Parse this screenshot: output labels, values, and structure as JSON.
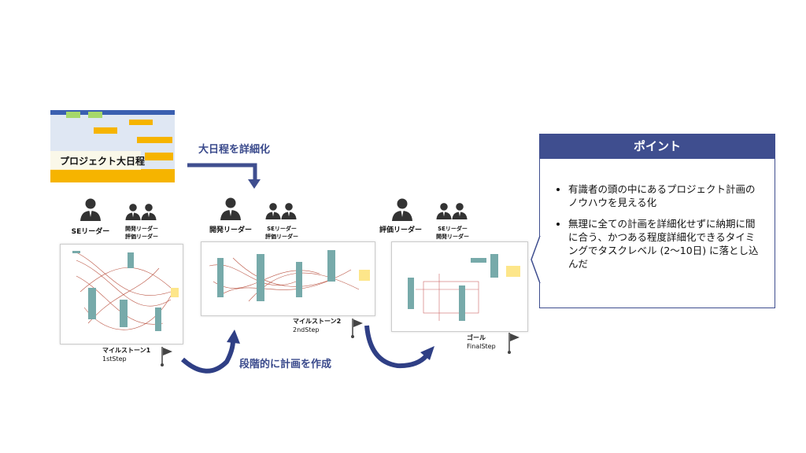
{
  "schedule": {
    "label": "プロジェクト大日程"
  },
  "detail_arrow_label": "大日程を詳細化",
  "step_label": "段階的に計画を作成",
  "stages": [
    {
      "main_role": "SEリーダー",
      "sub_roles": [
        "開発リーダー",
        "評価リーダー"
      ],
      "milestone": "マイルストーン1",
      "step": "1stStep"
    },
    {
      "main_role": "開発リーダー",
      "sub_roles": [
        "SEリーダー",
        "評価リーダー"
      ],
      "milestone": "マイルストーン2",
      "step": "2ndStep"
    },
    {
      "main_role": "評価リーダー",
      "sub_roles": [
        "SEリーダー",
        "開発リーダー"
      ],
      "milestone": "ゴール",
      "step": "FinalStep"
    }
  ],
  "point": {
    "title": "ポイント",
    "bullets": [
      "有識者の頭の中にあるプロジェクト計画のノウハウを見える化",
      "無理に全ての計画を詳細化せずに納期に間に合う、かつある程度詳細化できるタイミングでタスクレベル (2〜10日) に落とし込んだ"
    ]
  },
  "colors": {
    "navy": "#3f4e8f",
    "accent": "#3a4a8c"
  }
}
